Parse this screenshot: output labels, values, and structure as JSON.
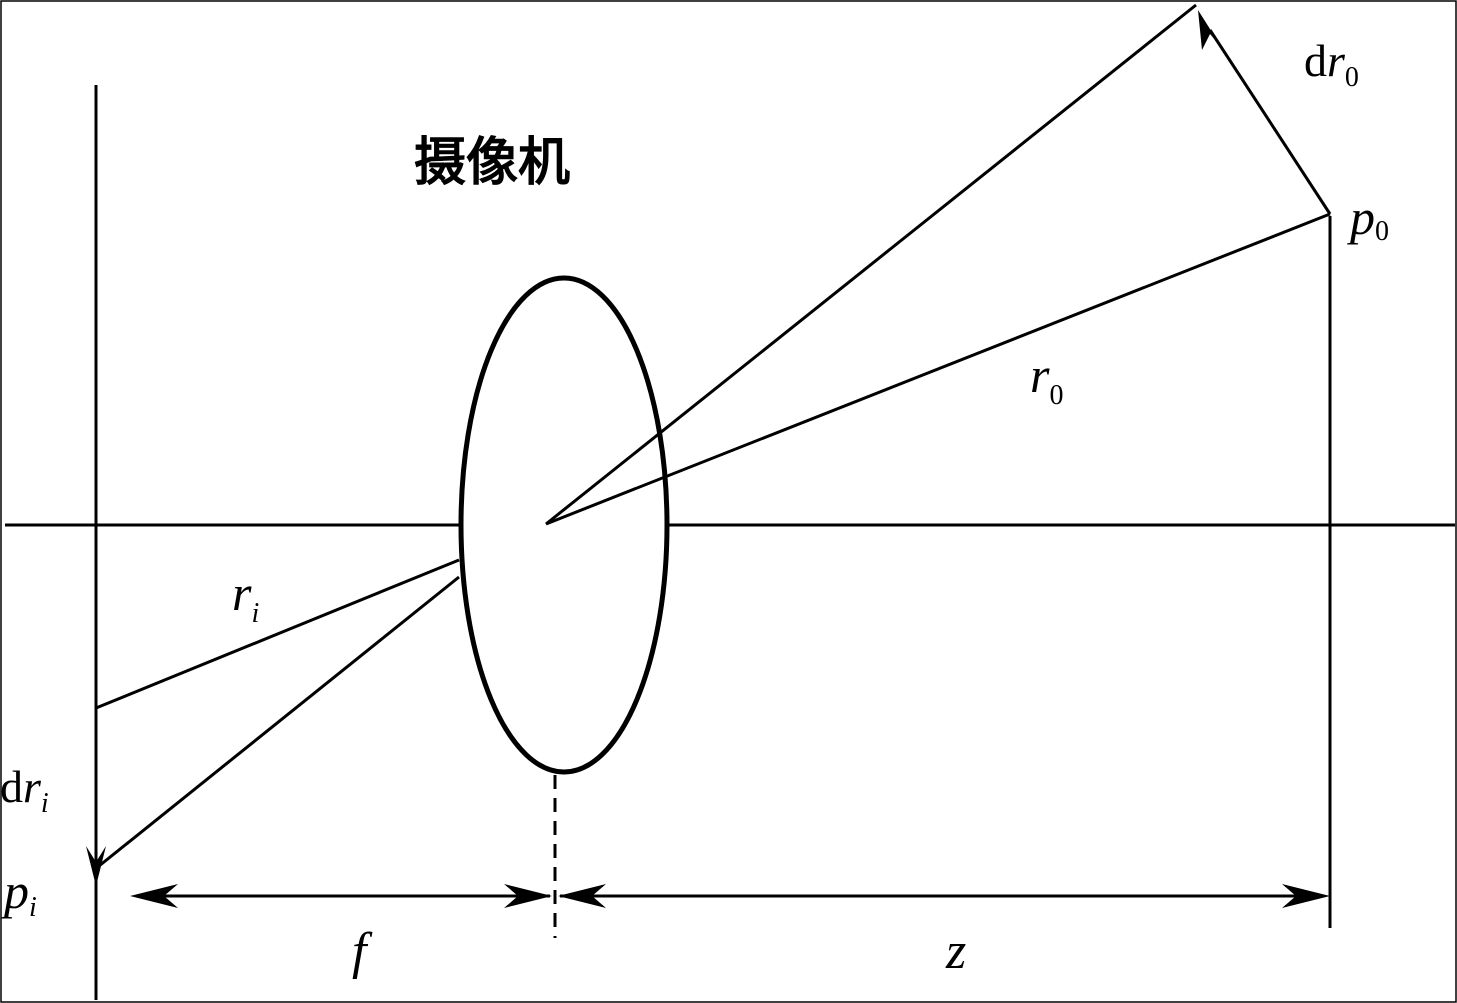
{
  "title": "摄像机",
  "labels": {
    "dr0_d": "d",
    "dr0_r": "r",
    "dr0_sub": "0",
    "p0_p": "p",
    "p0_sub": "0",
    "r0_r": "r",
    "r0_sub": "0",
    "ri_r": "r",
    "ri_sub": "i",
    "dri_d": "d",
    "dri_r": "r",
    "dri_sub": "i",
    "pi_p": "p",
    "pi_sub": "i",
    "f": "f",
    "z": "z"
  },
  "colors": {
    "stroke": "#000000",
    "background": "#ffffff"
  }
}
